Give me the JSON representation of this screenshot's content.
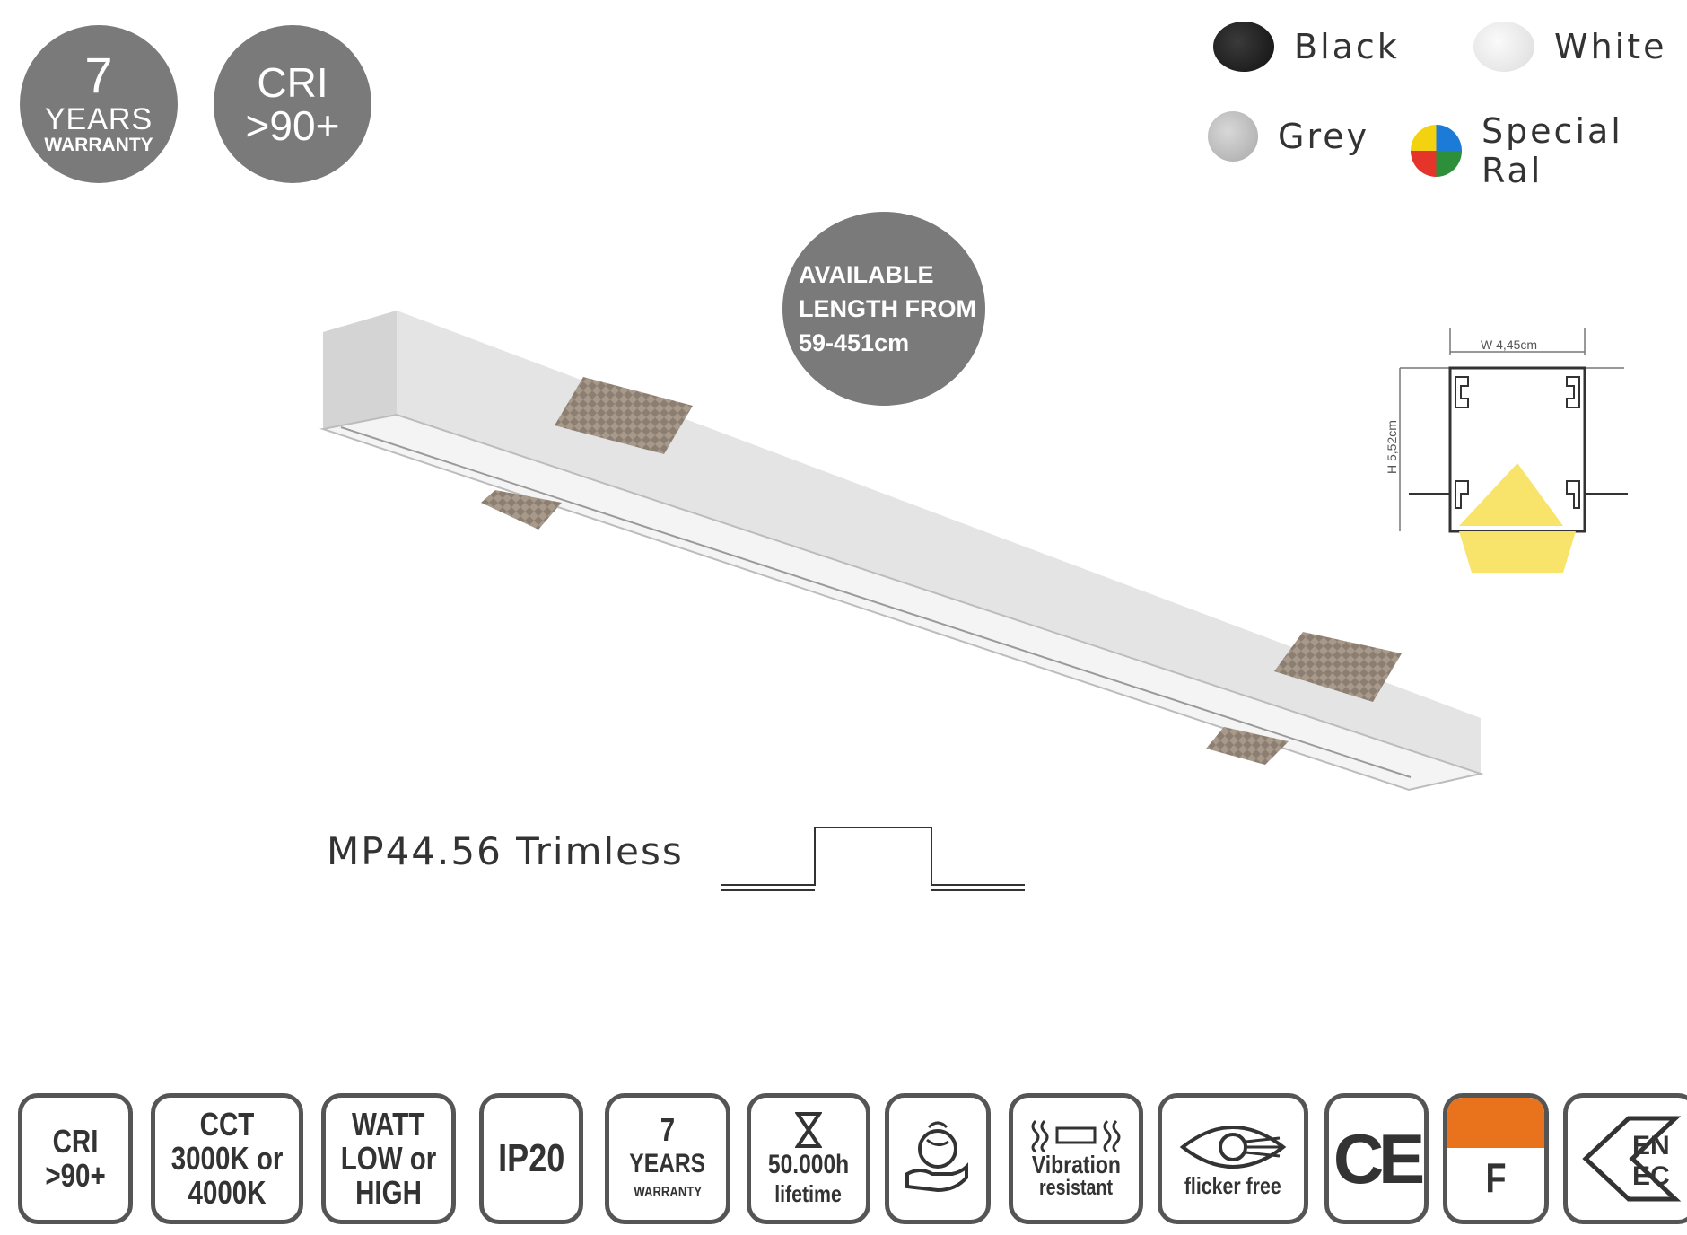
{
  "badges": {
    "warranty": {
      "years": "7",
      "years_label": "YEARS",
      "label": "WARRANTY"
    },
    "cri": {
      "line1": "CRI",
      "line2": ">90+"
    },
    "length": {
      "line1": "AVAILABLE",
      "line2": "LENGTH FROM",
      "line3": "59-451cm"
    }
  },
  "colors": [
    {
      "label": "Black",
      "hex": "#1c1c1c"
    },
    {
      "label": "White",
      "hex": "#ececec"
    },
    {
      "label": "Grey",
      "hex": "#c4c4c4"
    },
    {
      "label": "Special Ral",
      "hex": "multi"
    }
  ],
  "product": {
    "title": "MP44.56 Trimless"
  },
  "profile_drawing": {
    "width_label": "W 4,45cm",
    "height_label": "H 5,52cm"
  },
  "icons": [
    {
      "line1": "CRI",
      "line2": ">90+"
    },
    {
      "line1": "CCT",
      "line2": "3000K or",
      "line3": "4000K"
    },
    {
      "line1": "WATT",
      "line2": "LOW or",
      "line3": "HIGH"
    },
    {
      "line1": "IP20"
    },
    {
      "line1": "7",
      "line2": "YEARS",
      "line3": "WARRANTY"
    },
    {
      "line1": "50.000h",
      "line2": "lifetime"
    },
    {
      "icon": "eco-hand-icon"
    },
    {
      "line1": "Vibration",
      "line2": "resistant"
    },
    {
      "line1": "flicker free"
    },
    {
      "line1": "CE"
    },
    {
      "line1": "F"
    },
    {
      "line1": "EN",
      "line2": "EC"
    }
  ],
  "accent": {
    "badge_grey": "#7a7a7a",
    "energy_orange": "#e8731c",
    "light_yellow": "#f8e46a"
  }
}
